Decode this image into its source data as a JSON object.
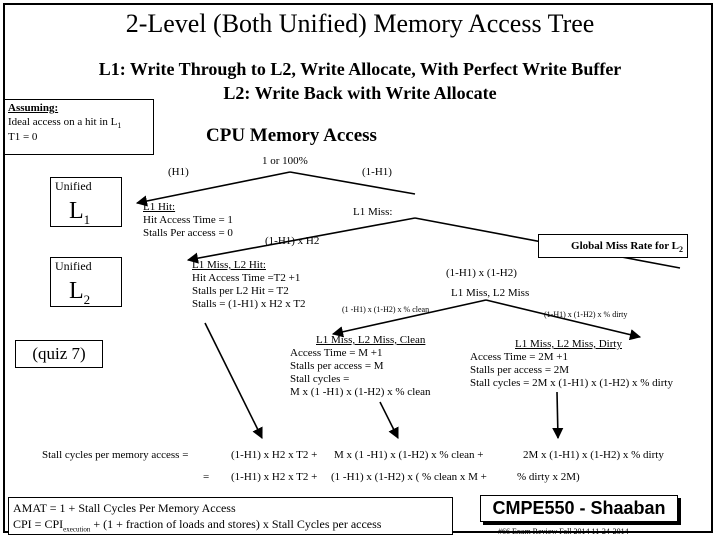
{
  "title": "2-Level (Both Unified) Memory Access Tree",
  "subtitle_line1": "L1: Write Through to L2, Write Allocate, With Perfect Write Buffer",
  "subtitle_line2": "L2: Write Back with Write Allocate",
  "assuming": {
    "heading": "Assuming:",
    "line1": "Ideal access on a hit in L",
    "line1_sub": "1",
    "line2": "T1 = 0"
  },
  "cpu_access": "CPU Memory  Access",
  "root_prob": "1 or 100%",
  "h1_label": "(H1)",
  "miss1_label": "(1-H1)",
  "unified_l1": {
    "label": "Unified",
    "level": "L",
    "sub": "1"
  },
  "unified_l2": {
    "label": "Unified",
    "level": "L",
    "sub": "2"
  },
  "l1_hit": {
    "title": "L1 Hit:",
    "line1": "Hit Access Time = 1",
    "line2": "Stalls Per access = 0"
  },
  "l1_miss": "L1  Miss:",
  "h2_branch": "(1-H1) x H2",
  "global_miss": {
    "text": "Global Miss Rate for L",
    "sub": "2"
  },
  "l2_hit": {
    "title": "L1 Miss, L2 Hit:",
    "line1": "Hit Access Time =T2 +1",
    "line2": "Stalls per L2 Hit = T2",
    "line3": "Stalls =  (1-H1) x H2 x T2"
  },
  "l2_miss_prob": "(1-H1) x (1-H2)",
  "l2_miss": "L1 Miss, L2  Miss",
  "clean_prob": "(1 -H1)  x (1-H2) x % clean",
  "dirty_prob": "(1-H1)  x (1-H2) x  % dirty",
  "quiz": "(quiz 7)",
  "clean": {
    "title": "L1 Miss, L2  Miss, Clean",
    "line1": "Access Time =  M +1",
    "line2": "Stalls per access = M",
    "line3": "Stall cycles =",
    "line4": " M x (1 -H1)  x (1-H2) x  % clean"
  },
  "dirty": {
    "title": "L1 Miss, L2  Miss, Dirty",
    "line1": "Access Time =  2M +1",
    "line2": "Stalls per access = 2M",
    "line3": "Stall cycles =  2M x (1-H1)  x (1-H2) x  % dirty"
  },
  "stall_row1": {
    "label": "Stall cycles per memory access =",
    "t1": "(1-H1) x H2 x T2 +",
    "t2": "M x (1 -H1)  x (1-H2)  x  % clean  +",
    "t3": "2M x (1-H1)  x (1-H2) x % dirty"
  },
  "stall_row2": {
    "eq": "=",
    "t1": "(1-H1) x H2 x T2 +",
    "t2": "(1 -H1)  x (1-H2)  x  ( % clean  x M  +",
    "t3": "% dirty x 2M)"
  },
  "amat": {
    "line1": "AMAT =   1 + Stall Cycles Per Memory Access",
    "line2_a": "CPI = CPI",
    "line2_sub": "execution",
    "line2_b": " +  (1  + fraction of loads and stores) x Stall Cycles per access"
  },
  "badge": "CMPE550 - Shaaban",
  "footer": "#66   Exam  Review  Fall 2014   11-24-2014"
}
